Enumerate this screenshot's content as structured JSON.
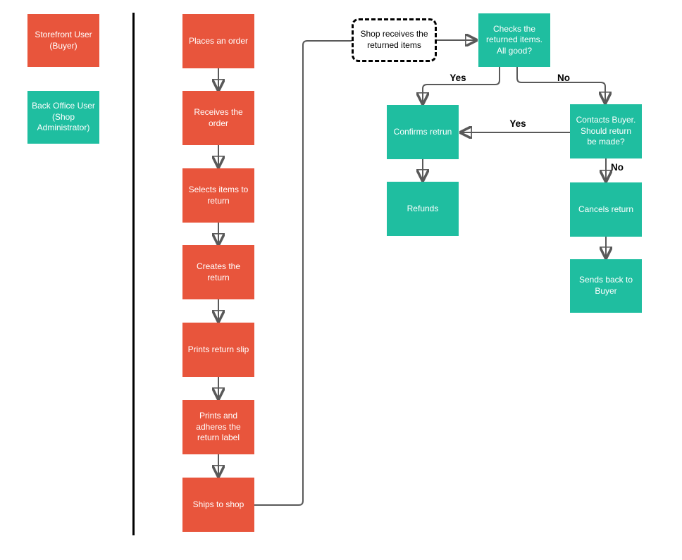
{
  "colors": {
    "buyer_red": "#E8553C",
    "admin_teal": "#1FBEA0",
    "connector_gray": "#595959",
    "arrowhead_black": "#111111",
    "divider_black": "#000000"
  },
  "legend": {
    "storefront": "Storefront User (Buyer)",
    "back_office": "Back Office User (Shop Administrator)"
  },
  "buyer_flow": {
    "steps": [
      "Places an order",
      "Receives the order",
      "Selects items to return",
      "Creates the return",
      "Prints return slip",
      "Prints and adheres the return label",
      "Ships to shop"
    ]
  },
  "shop_flow": {
    "shop_receives": "Shop receives the returned items",
    "checks": "Checks the returned items. All good?",
    "confirms": "Confirms retrun",
    "refunds": "Refunds",
    "contacts": "Contacts Buyer. Should return be made?",
    "cancels": "Cancels return",
    "sends_back": "Sends back to Buyer"
  },
  "edge_labels": {
    "checks_yes": "Yes",
    "checks_no": "No",
    "contacts_yes": "Yes",
    "contacts_no": "No"
  }
}
